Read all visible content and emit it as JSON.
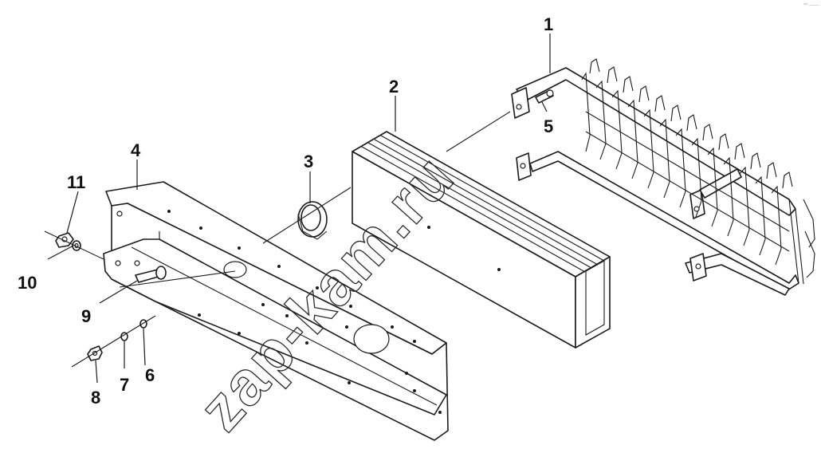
{
  "diagram": {
    "callouts": [
      "1",
      "2",
      "3",
      "4",
      "5",
      "6",
      "7",
      "8",
      "9",
      "10",
      "11"
    ],
    "watermark": "zap-kam.ru",
    "corner_mark": "^^ ——",
    "colors": {
      "line": "#1a1a1a",
      "background": "#ffffff",
      "watermark": "#2a2a2a"
    }
  }
}
